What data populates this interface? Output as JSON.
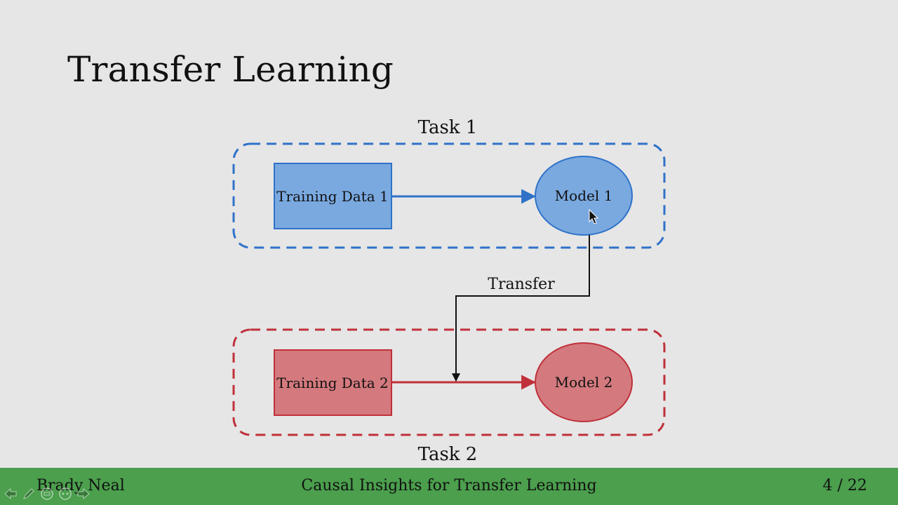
{
  "slide": {
    "title": "Transfer Learning"
  },
  "diagram": {
    "task1_label": "Task 1",
    "task2_label": "Task 2",
    "training_data_1": "Training Data 1",
    "training_data_2": "Training Data 2",
    "model_1": "Model 1",
    "model_2": "Model 2",
    "transfer_label": "Transfer",
    "colors": {
      "blue_fill": "#7aa9e0",
      "blue_stroke": "#2f72c8",
      "red_fill": "#d47a7e",
      "red_stroke": "#c0303a"
    }
  },
  "footer": {
    "author": "Brady Neal",
    "talk_title": "Causal Insights for Transfer Learning",
    "page": "4 / 22",
    "nav_icons": [
      "arrow-left-icon",
      "pen-icon",
      "zoom-out-icon",
      "zoom-in-icon",
      "arrow-right-icon"
    ]
  }
}
